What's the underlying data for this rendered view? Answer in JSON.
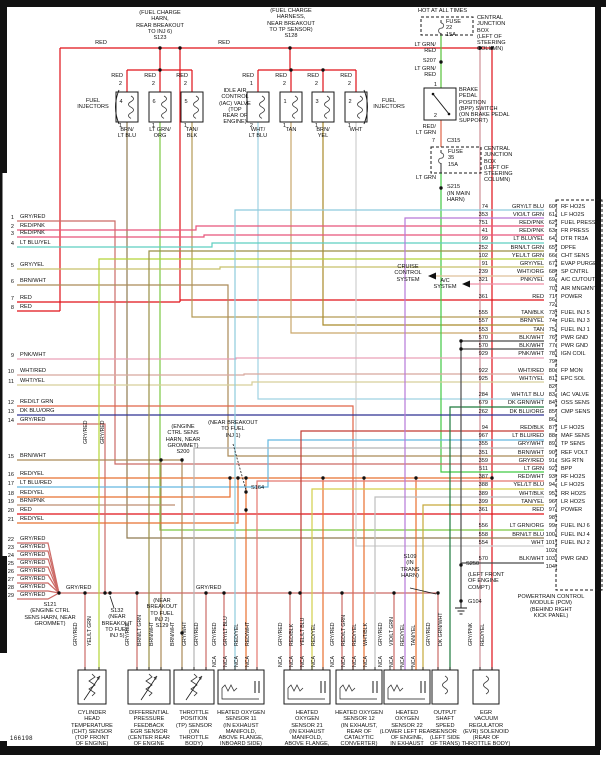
{
  "header": {
    "fig_number": "166198"
  },
  "palette": {
    "RED": "#e01018",
    "GRY/RED": "#cc6a66",
    "RED/PNK": "#e8547a",
    "LT BLU/YEL": "#5ecfc0",
    "GRY/YEL": "#c8c06a",
    "BRN/WHT": "#ab8a58",
    "PNK/WHT": "#eaa0b8",
    "WHT/RED": "#d8a89e",
    "WHT/YEL": "#d6cf9a",
    "RED/LT GRN": "#e06448",
    "DK BLU/ORG": "#2e3192",
    "RED/YEL": "#e87030",
    "LT BLU/RED": "#64b8e0",
    "BRN/PNK": "#bd8d72",
    "GRY/LT BLU": "#8ecbdd",
    "VIO/LT GRN": "#b678d8",
    "BRN/LT GRN": "#9a8f45",
    "YEL/LT GRN": "#b5d437",
    "WHT/ORG": "#dfc09a",
    "PNK/YEL": "#ef8fa8",
    "TAN/BLK": "#b59a55",
    "BRN/YEL": "#a98a2a",
    "TAN": "#c9a66b",
    "BLK/WHT": "#4a4a4a",
    "WHT/LT BLU": "#9fd2e2",
    "DK GRN/WHT": "#1d7a3c",
    "RED/BLK": "#c23b34",
    "GRY/WHT": "#b5b5b5",
    "LT GRN": "#41c943",
    "RED/WHT": "#e4776f",
    "YEL/LT BLU": "#d3cf4a",
    "WHT/BLK": "#bdbdbd",
    "TAN/YEL": "#c6a93a",
    "LT GRN/ORG": "#7cc742",
    "BRN/LT BLU": "#8f7a50",
    "WHT": "#cfcfcf",
    "LT GRN/RED": "#55c23a",
    "GRY/PNK": "#cf8f96"
  },
  "top": {
    "splice_left": "(FUEL CHARGE\nHARN,\nREAR BREAKOUT\nTO INJ 6)\nS123",
    "splice_right": "(FUEL CHARGE\nHARNESS,\nNEAR BREAKOUT\nTO TP SENSOR)\nS128",
    "red_label": "RED",
    "fuel_injectors_label": "FUEL\nINJECTORS",
    "iac_label": "IDLE AIR\nCONTROL\n(IAC) VALVE\n(TOP\nREAR OF\nENGINE)",
    "injectors": [
      {
        "num": "4",
        "pin_top": "2",
        "pin_bot": "1",
        "wire": "BRN/LT BLU",
        "wire_label": "BRN/\nLT BLU"
      },
      {
        "num": "6",
        "pin_top": "2",
        "pin_bot": "1",
        "wire": "LT GRN/ORG",
        "wire_label": "LT GRN/\nORG"
      },
      {
        "num": "5",
        "pin_top": "2",
        "pin_bot": "1",
        "wire": "TAN/BLK",
        "wire_label": "TAN/\nBLK"
      },
      {
        "num": "",
        "pin_top": "1",
        "pin_bot": "2",
        "wire": "WHT/LT BLU",
        "wire_label": "WHT/\nLT BLU"
      },
      {
        "num": "1",
        "pin_top": "2",
        "pin_bot": "1",
        "wire": "TAN",
        "wire_label": "TAN"
      },
      {
        "num": "3",
        "pin_top": "2",
        "pin_bot": "1",
        "wire": "BRN/YEL",
        "wire_label": "BRN/\nYEL"
      },
      {
        "num": "2",
        "pin_top": "2",
        "pin_bot": "1",
        "wire": "WHT",
        "wire_label": "WHT"
      }
    ]
  },
  "power": {
    "hot_label": "HOT AT ALL TIMES",
    "fuse1": "FUSE\n22\n15A",
    "cjb1": "CENTRAL\nJUNCTION\nBOX\n(LEFT OF\nSTEERING\nCOLUMN)",
    "wire1": "LT GRN/\nRED",
    "s207": "S207",
    "wire2": "LT GRN/\nRED",
    "bpp_pin1": "1",
    "bpp_pin2": "2",
    "bpp": "BRAKE\nPEDAL\nPOSITION\n(BPP) SWITCH\n(ON BRAKE PEDAL\nSUPPORT)",
    "wire3": "RED/\nLT GRN",
    "c315_pin": "7",
    "c315": "C315",
    "fuse2": "FUSE\n35\n15A",
    "cjb2": "CENTRAL\nJUNCTION\nBOX\n(LEFT OF\nSTEERING\nCOLUMN)",
    "wire4": "LT GRN",
    "s215": "S215",
    "s215_loc": "(IN MAIN\nHARN)"
  },
  "systems": {
    "cruise": "CRUISE\nCONTROL\nSYSTEM",
    "ac": "A/C\nSYSTEM"
  },
  "left_rows": [
    {
      "n": "1",
      "color": "GRY/RED"
    },
    {
      "n": "2",
      "color": "RED/PNK"
    },
    {
      "n": "3",
      "color": "RED/PNK"
    },
    {
      "n": "4",
      "color": "LT BLU/YEL"
    },
    {
      "n": "5",
      "color": "GRY/YEL"
    },
    {
      "n": "6",
      "color": "BRN/WHT"
    },
    {
      "n": "7",
      "color": "RED"
    },
    {
      "n": "8",
      "color": "RED"
    },
    {
      "n": "9",
      "color": "PNK/WHT"
    },
    {
      "n": "10",
      "color": "WHT/RED"
    },
    {
      "n": "11",
      "color": "WHT/YEL"
    },
    {
      "n": "12",
      "color": "RED/LT GRN"
    },
    {
      "n": "13",
      "color": "DK BLU/ORG"
    },
    {
      "n": "14",
      "color": "GRY/RED"
    },
    {
      "n": "15",
      "color": "BRN/WHT"
    },
    {
      "n": "16",
      "color": "RED/YEL"
    },
    {
      "n": "17",
      "color": "LT BLU/RED"
    },
    {
      "n": "18",
      "color": "RED/YEL"
    },
    {
      "n": "19",
      "color": "BRN/PNK"
    },
    {
      "n": "20",
      "color": "RED"
    },
    {
      "n": "21",
      "color": "RED/YEL"
    },
    {
      "n": "22",
      "color": "GRY/RED"
    },
    {
      "n": "23",
      "color": "GRY/RED"
    },
    {
      "n": "24",
      "color": "GRY/RED"
    },
    {
      "n": "25",
      "color": "GRY/RED"
    },
    {
      "n": "26",
      "color": "GRY/RED"
    },
    {
      "n": "27",
      "color": "GRY/RED"
    },
    {
      "n": "28",
      "color": "GRY/RED"
    },
    {
      "n": "29",
      "color": "GRY/RED"
    }
  ],
  "pcm": {
    "module_label": "POWERTRAIN CONTROL\nMODULE (PCM)\n(BEHIND RIGHT\nKICK PANEL)",
    "rows": [
      {
        "pin": "60",
        "circuit": "74",
        "color": "GRY/LT BLU",
        "label": "RF HO2S"
      },
      {
        "pin": "61",
        "circuit": "353",
        "color": "VIO/LT GRN",
        "label": "LF HO2S"
      },
      {
        "pin": "62",
        "circuit": "751",
        "color": "RED/PNK",
        "label": "FUEL PRESS"
      },
      {
        "pin": "63",
        "circuit": "41",
        "color": "RED/PNK",
        "label": "FR PRESS"
      },
      {
        "pin": "64",
        "circuit": "99",
        "color": "LT BLU/YEL",
        "label": "DTR TR3A"
      },
      {
        "pin": "65",
        "circuit": "252",
        "color": "BRN/LT GRN",
        "label": "DPFE"
      },
      {
        "pin": "66",
        "circuit": "102",
        "color": "YEL/LT GRN",
        "label": "CHT SENS"
      },
      {
        "pin": "67",
        "circuit": "91",
        "color": "GRY/YEL",
        "label": "EVAP PURGE"
      },
      {
        "pin": "68",
        "circuit": "239",
        "color": "WHT/ORG",
        "label": "SP CNTRL"
      },
      {
        "pin": "69",
        "circuit": "321",
        "color": "PNK/YEL",
        "label": "A/C CUTOUT"
      },
      {
        "pin": "70",
        "circuit": "",
        "color": "",
        "label": "AIR MNGMNT"
      },
      {
        "pin": "71",
        "circuit": "361",
        "color": "RED",
        "label": "POWER"
      },
      {
        "pin": "72",
        "circuit": "",
        "color": "",
        "label": ""
      },
      {
        "pin": "73",
        "circuit": "555",
        "color": "TAN/BLK",
        "label": "FUEL INJ 5"
      },
      {
        "pin": "74",
        "circuit": "557",
        "color": "BRN/YEL",
        "label": "FUEL INJ 3"
      },
      {
        "pin": "75",
        "circuit": "553",
        "color": "TAN",
        "label": "FUEL INJ 1"
      },
      {
        "pin": "76",
        "circuit": "570",
        "color": "BLK/WHT",
        "label": "PWR GND"
      },
      {
        "pin": "77",
        "circuit": "570",
        "color": "BLK/WHT",
        "label": "PWR GND"
      },
      {
        "pin": "78",
        "circuit": "929",
        "color": "PNK/WHT",
        "label": "IGN COIL"
      },
      {
        "pin": "79",
        "circuit": "",
        "color": "",
        "label": ""
      },
      {
        "pin": "80",
        "circuit": "922",
        "color": "WHT/RED",
        "label": "FP MON"
      },
      {
        "pin": "81",
        "circuit": "925",
        "color": "WHT/YEL",
        "label": "EPC SOL"
      },
      {
        "pin": "82",
        "circuit": "",
        "color": "",
        "label": ""
      },
      {
        "pin": "83",
        "circuit": "284",
        "color": "WHT/LT BLU",
        "label": "IAC VALVE"
      },
      {
        "pin": "84",
        "circuit": "679",
        "color": "DK GRN/WHT",
        "label": "OSS SENS"
      },
      {
        "pin": "85",
        "circuit": "262",
        "color": "DK BLU/ORG",
        "label": "CMP SENS"
      },
      {
        "pin": "86",
        "circuit": "",
        "color": "",
        "label": ""
      },
      {
        "pin": "87",
        "circuit": "94",
        "color": "RED/BLK",
        "label": "LF HO2S"
      },
      {
        "pin": "88",
        "circuit": "967",
        "color": "LT BLU/RED",
        "label": "MAF SENS"
      },
      {
        "pin": "89",
        "circuit": "355",
        "color": "GRY/WHT",
        "label": "TP SENS"
      },
      {
        "pin": "90",
        "circuit": "351",
        "color": "BRN/WHT",
        "label": "REF VOLT"
      },
      {
        "pin": "91",
        "circuit": "359",
        "color": "GRY/RED",
        "label": "SIG RTN"
      },
      {
        "pin": "92",
        "circuit": "511",
        "color": "LT GRN",
        "label": "BPP"
      },
      {
        "pin": "93",
        "circuit": "387",
        "color": "RED/WHT",
        "label": "RF HO2S"
      },
      {
        "pin": "94",
        "circuit": "388",
        "color": "YEL/LT BLU",
        "label": "LF HO2S"
      },
      {
        "pin": "95",
        "circuit": "389",
        "color": "WHT/BLK",
        "label": "RR HO2S"
      },
      {
        "pin": "96",
        "circuit": "399",
        "color": "TAN/YEL",
        "label": "LR HO2S"
      },
      {
        "pin": "97",
        "circuit": "361",
        "color": "RED",
        "label": "POWER"
      },
      {
        "pin": "98",
        "circuit": "",
        "color": "",
        "label": ""
      },
      {
        "pin": "99",
        "circuit": "556",
        "color": "LT GRN/ORG",
        "label": "FUEL INJ 6"
      },
      {
        "pin": "100",
        "circuit": "558",
        "color": "BRN/LT BLU",
        "label": "FUEL INJ 4"
      },
      {
        "pin": "101",
        "circuit": "554",
        "color": "WHT",
        "label": "FUEL INJ 2"
      },
      {
        "pin": "102",
        "circuit": "",
        "color": "",
        "label": ""
      },
      {
        "pin": "103",
        "circuit": "570",
        "color": "BLK/WHT",
        "label": "PWR GND"
      },
      {
        "pin": "104",
        "circuit": "",
        "color": "",
        "label": ""
      }
    ]
  },
  "splices": {
    "s121": "S121\n(ENGINE CTRL\nSENS HARN, NEAR\nGROMMET)",
    "s132": "S132\n(NEAR\nBREAKOUT\nTO FUEL\nINJ 5)",
    "s129": "(NEAR\nBREAKOUT\nTO FUEL\nINJ 2)\nS129",
    "s200": "(ENGINE\nCTRL SENS\nHARN, NEAR\nGROMMET)\nS200",
    "s164_note": "(NEAR BREAKOUT\nTO FUEL\nINJ 1)",
    "s164": "S164",
    "s109": "S109\n(IN\nTRANS\nHARN)",
    "s250": "S250",
    "g104_loc": "(LEFT FRONT\nOF ENGINE\nCOMPT)",
    "g104": "G104",
    "bus_label": "GRY/RED",
    "bus_label2": "GRY/RED",
    "riser_label1": "GRY/RED",
    "riser_label2": "GRY/RED"
  },
  "components": [
    {
      "id": "cht",
      "label": "CYLINDER\nHEAD\nTEMPERATURE\n(CHT) SENSOR\n(TOP FRONT\nOF ENGINE)",
      "wires": [
        "GRY/RED",
        "YEL/LT GRN"
      ],
      "pins": []
    },
    {
      "id": "dpfe",
      "label": "DIFFERENTIAL\nPRESSURE\nFEEDBACK\nEGR SENSOR\n(CENTER REAR\nOF ENGINE\nCOMPT)",
      "wires": [
        "GRY/RED",
        "BRN/LT GRN",
        "BRN/WHT"
      ],
      "pins": []
    },
    {
      "id": "tp",
      "label": "THROTTLE\nPOSITION\n(TP) SENSOR\n(ON\nTHROTTLE\nBODY)",
      "wires": [
        "BRN/WHT",
        "GRY/WHT",
        "GRY/RED"
      ],
      "pins": []
    },
    {
      "id": "ho2s11",
      "label": "HEATED OXYGEN\nSENSOR 11\n(IN EXHAUST\nMANIFOLD,\nABOVE FLANGE,\nINBOARD SIDE)",
      "wires": [
        "GRY/RED",
        "GRY/LT BLU",
        "RED/YEL",
        "RED/WHT"
      ],
      "pins": [
        "NCA",
        "NCA",
        "NCA",
        "NCA"
      ]
    },
    {
      "id": "ho2s21",
      "label": "HEATED\nOXYGEN\nSENSOR 21\n(IN EXHAUST\nMANIFOLD,\nABOVE FLANGE,\nINBOARD SIDE)",
      "wires": [
        "GRY/RED",
        "RED/BLK",
        "YEL/LT BLU",
        "RED/YEL"
      ],
      "pins": [
        "NCA",
        "NCA",
        "NCA",
        "NCA"
      ]
    },
    {
      "id": "ho2s12",
      "label": "HEATED OXYGEN\nSENSOR 12\n(IN EXHAUST,\nREAR OF\nCATALYTIC\nCONVERTER)",
      "wires": [
        "GRY/RED",
        "RED/LT GRN",
        "RED/YEL",
        "WHT/BLK"
      ],
      "pins": [
        "NCA",
        "NCA",
        "NCA",
        "NCA"
      ]
    },
    {
      "id": "ho2s22",
      "label": "HEATED\nOXYGEN\nSENSOR 22\n(LOWER LEFT REAR\nOF ENGINE,\nIN EXHAUST\nMANIFOLD)",
      "wires": [
        "GRY/RED",
        "VIO/LT GRN",
        "RED/YEL",
        "TAN/YEL"
      ],
      "pins": [
        "NCA",
        "NCA",
        "NCA",
        "NCA"
      ]
    },
    {
      "id": "oss",
      "label": "OUTPUT\nSHAFT\nSPEED\nSENSOR\n(LEFT SIDE\nOF TRANS)",
      "wires": [
        "GRY/RED",
        "DK GRN/WHT"
      ],
      "pins": []
    },
    {
      "id": "evr",
      "label": "EGR\nVACUUM\nREGULATOR\n(EVR) SOLENOID\n(REAR OF\nTHROTTLE BODY)",
      "wires": [
        "GRY/PNK",
        "RED/YEL"
      ],
      "pins": []
    }
  ]
}
